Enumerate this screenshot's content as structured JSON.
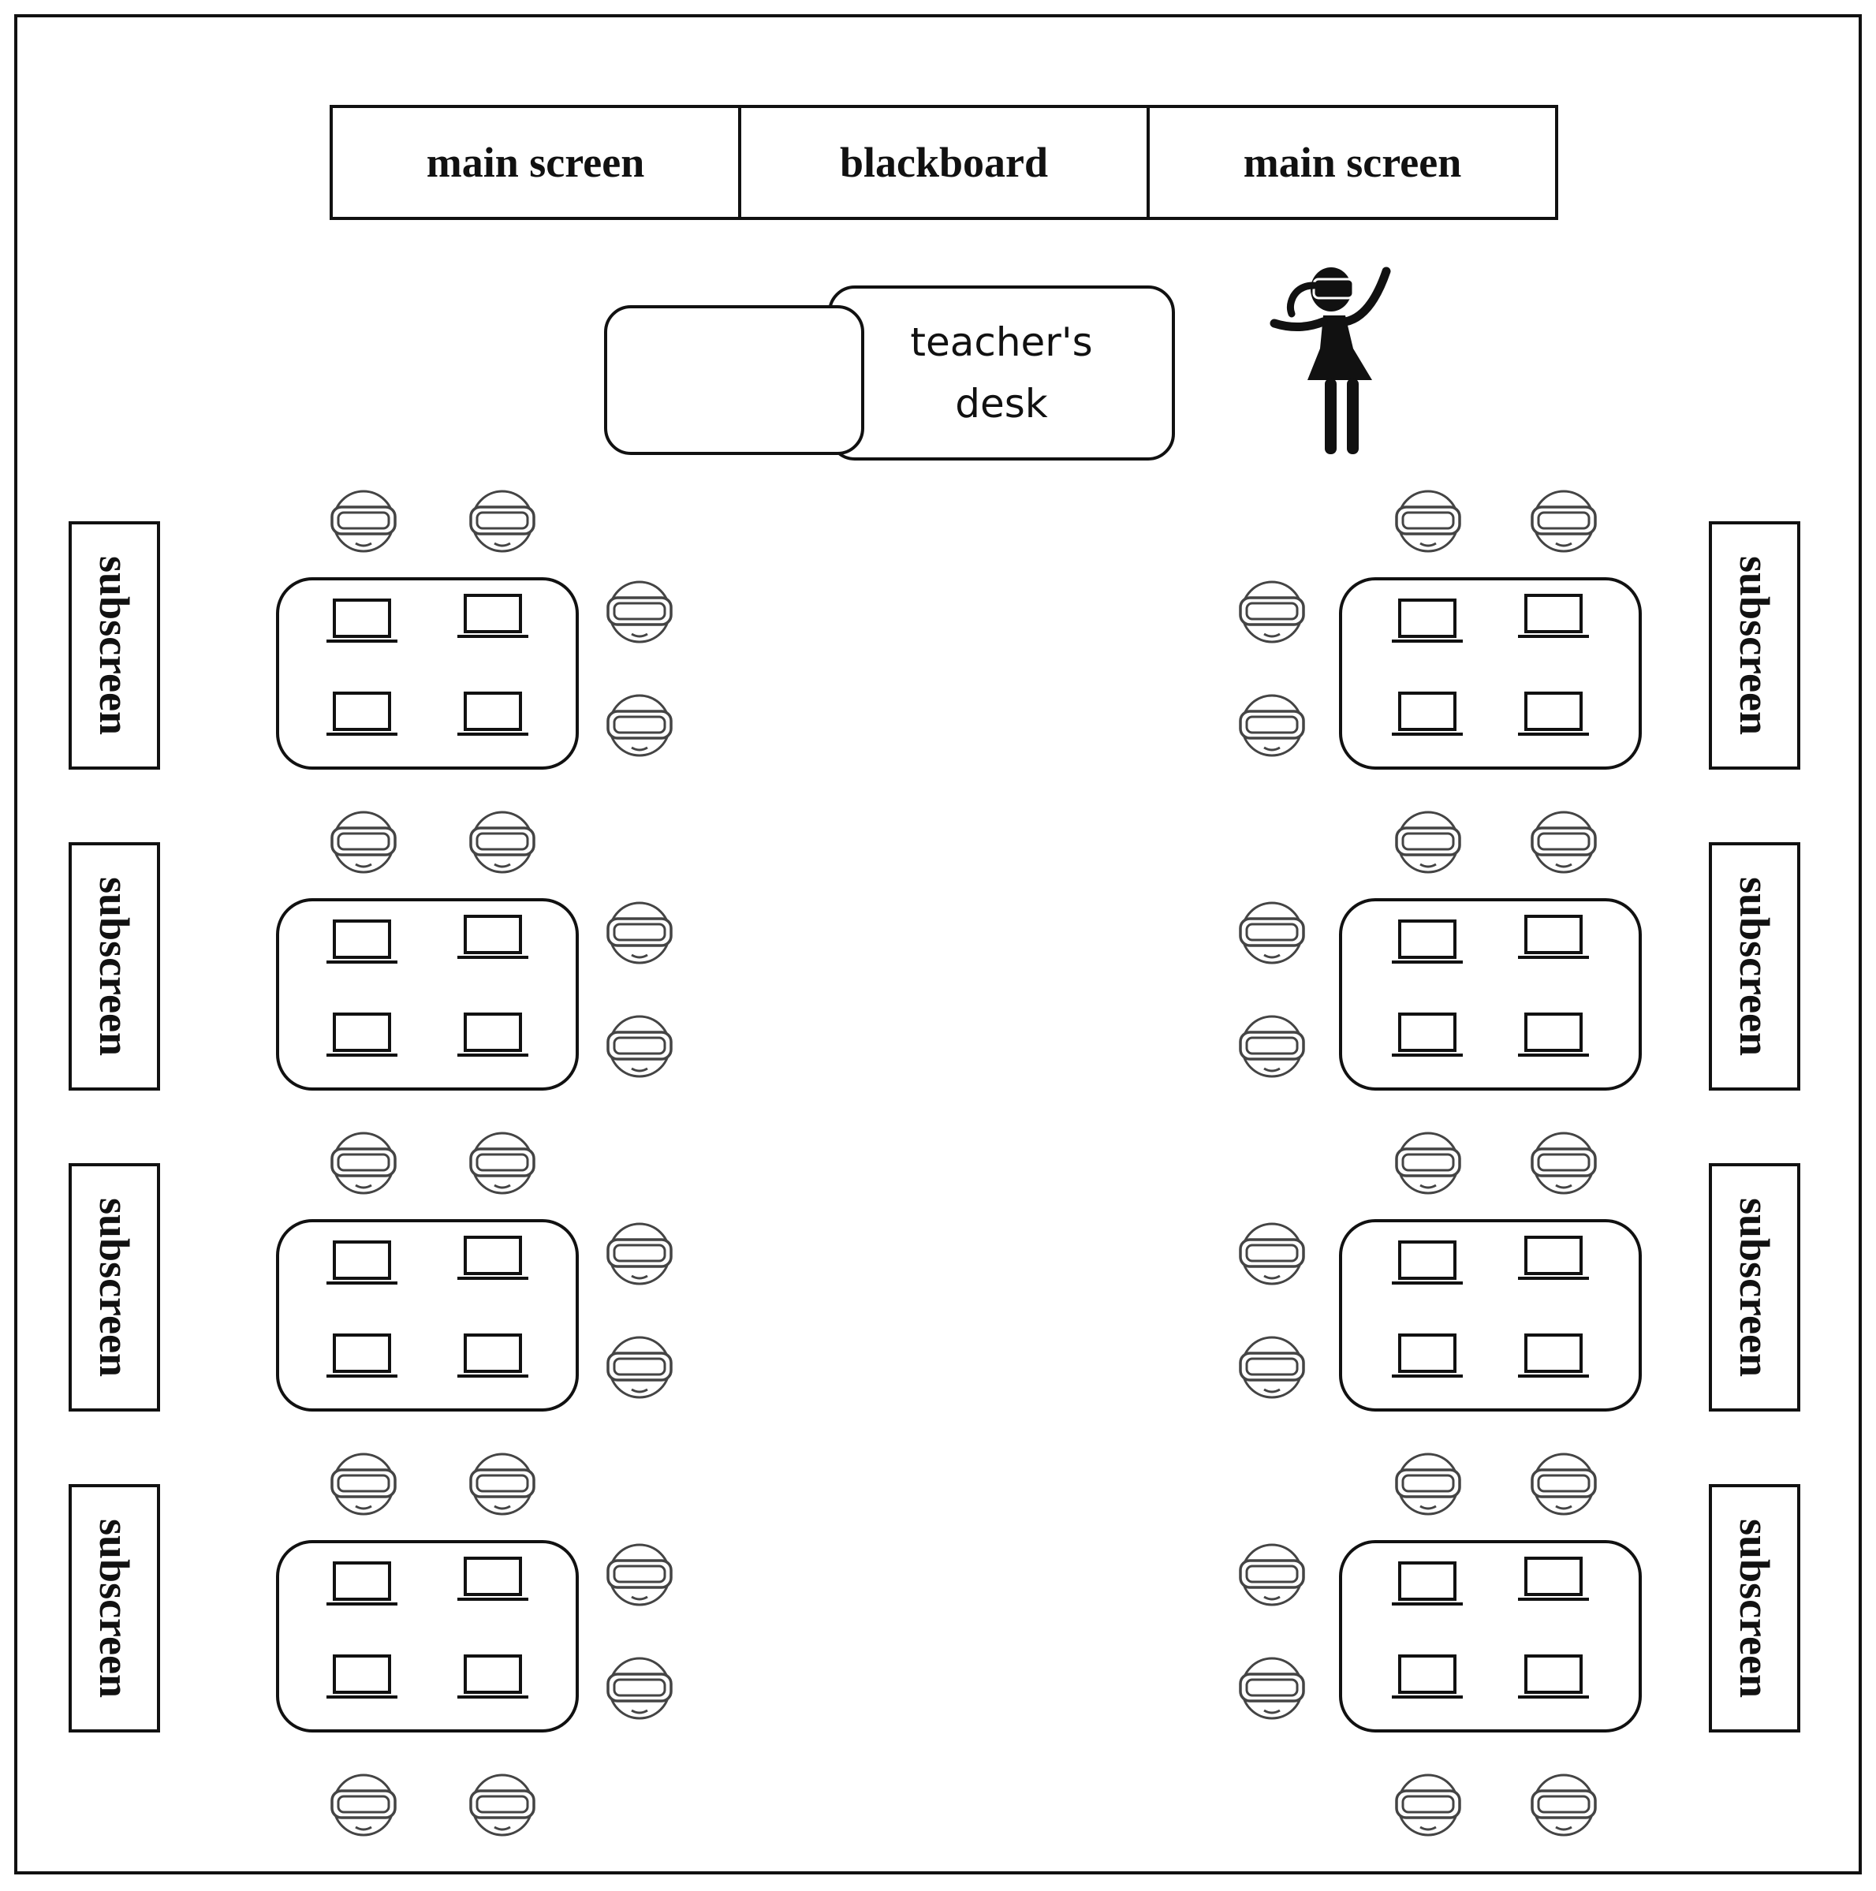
{
  "front": {
    "left_screen": "main screen",
    "board": "blackboard",
    "right_screen": "main screen"
  },
  "teacher_desk": {
    "label": "teacher's\ndesk"
  },
  "subscreen_label": "subscreen",
  "icons": {
    "student": "vr-headset-student-icon",
    "device": "laptop-icon",
    "teacher": "teacher-vr-headset-icon"
  },
  "layout_summary": {
    "groups_per_side": 4,
    "sides": 2,
    "laptops_per_table": 4
  }
}
